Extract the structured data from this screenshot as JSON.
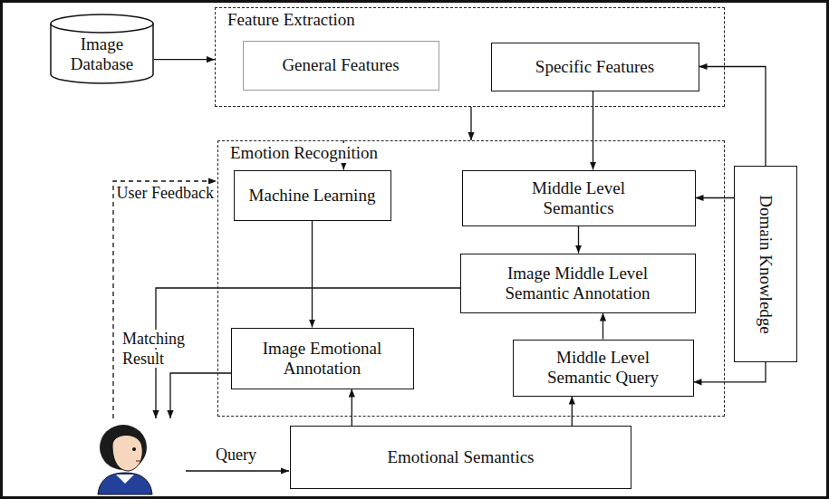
{
  "diagram": {
    "nodes": [
      {
        "text": [
          "Image Database"
        ]
      },
      {
        "text": [
          "Feature Extraction"
        ]
      },
      {
        "text": [
          "General Features"
        ],
        "in": 1
      },
      {
        "text": [
          "Specific Features"
        ],
        "in": 1
      },
      {
        "text": [
          "Emotion Recognition"
        ]
      },
      {
        "text": [
          "Machine Learning"
        ],
        "in": 4
      },
      {
        "text": [
          "Middle Level Semantics"
        ],
        "in": 4
      },
      {
        "text": [
          "Image Middle Level Semantic Annotation"
        ],
        "in": 4
      },
      {
        "text": [
          "Image Emotional Annotation"
        ],
        "in": 4
      },
      {
        "text": [
          "Middle Level Semantic Query"
        ],
        "in": 4
      },
      {
        "text": [
          "Domain Knowledge"
        ]
      },
      {
        "text": [
          "Emotional Semantics"
        ]
      }
    ],
    "edges": [
      {
        "from": 0,
        "to": 1,
        "arrow": "to"
      },
      {
        "from": 1,
        "to": 4,
        "arrow": "to"
      },
      {
        "from": 4,
        "to": 5,
        "arrow": "to"
      },
      {
        "from": 3,
        "to": 6,
        "arrow": "to"
      },
      {
        "from": 10,
        "to": 3,
        "arrow": "to"
      },
      {
        "from": 10,
        "to": 6,
        "arrow": "to"
      },
      {
        "from": 10,
        "to": 9,
        "arrow": "to"
      },
      {
        "from": 6,
        "to": 7,
        "arrow": "to"
      },
      {
        "from": 9,
        "to": 7,
        "arrow": "to"
      },
      {
        "from": 5,
        "to": 8,
        "arrow": "to"
      },
      {
        "from": 11,
        "to": 8,
        "arrow": "to"
      },
      {
        "from": 11,
        "to": 9,
        "arrow": "to"
      }
    ],
    "labels": [
      "User Feedback",
      "Matching Result",
      "Query"
    ]
  }
}
